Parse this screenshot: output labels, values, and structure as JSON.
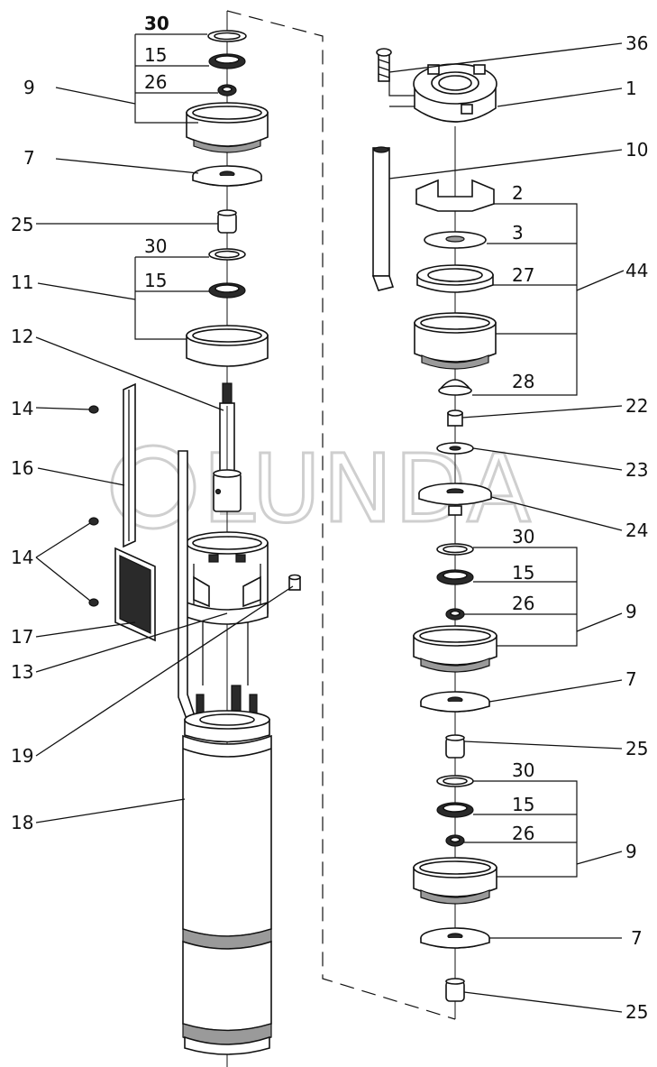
{
  "watermark": "LUNDA",
  "callouts": [
    {
      "id": "l30a",
      "text": "30"
    },
    {
      "id": "l15a",
      "text": "15"
    },
    {
      "id": "l26a",
      "text": "26"
    },
    {
      "id": "l9a",
      "text": "9"
    },
    {
      "id": "l7a",
      "text": "7"
    },
    {
      "id": "l25a",
      "text": "25"
    },
    {
      "id": "l30b",
      "text": "30"
    },
    {
      "id": "l11",
      "text": "11"
    },
    {
      "id": "l15b",
      "text": "15"
    },
    {
      "id": "l12",
      "text": "12"
    },
    {
      "id": "l14a",
      "text": "14"
    },
    {
      "id": "l16",
      "text": "16"
    },
    {
      "id": "l14b",
      "text": "14"
    },
    {
      "id": "l17",
      "text": "17"
    },
    {
      "id": "l13",
      "text": "13"
    },
    {
      "id": "l19",
      "text": "19"
    },
    {
      "id": "l18",
      "text": "18"
    },
    {
      "id": "l36",
      "text": "36"
    },
    {
      "id": "l1",
      "text": "1"
    },
    {
      "id": "l10",
      "text": "10"
    },
    {
      "id": "l2",
      "text": "2"
    },
    {
      "id": "l3",
      "text": "3"
    },
    {
      "id": "l44",
      "text": "44"
    },
    {
      "id": "l27",
      "text": "27"
    },
    {
      "id": "l28",
      "text": "28"
    },
    {
      "id": "l22",
      "text": "22"
    },
    {
      "id": "l23",
      "text": "23"
    },
    {
      "id": "l24",
      "text": "24"
    },
    {
      "id": "l30c",
      "text": "30"
    },
    {
      "id": "l15c",
      "text": "15"
    },
    {
      "id": "l26c",
      "text": "26"
    },
    {
      "id": "l9c",
      "text": "9"
    },
    {
      "id": "l7c",
      "text": "7"
    },
    {
      "id": "l25c",
      "text": "25"
    },
    {
      "id": "l30d",
      "text": "30"
    },
    {
      "id": "l15d",
      "text": "15"
    },
    {
      "id": "l26d",
      "text": "26"
    },
    {
      "id": "l9d",
      "text": "9"
    },
    {
      "id": "l7d",
      "text": "7"
    },
    {
      "id": "l25d",
      "text": "25"
    }
  ]
}
